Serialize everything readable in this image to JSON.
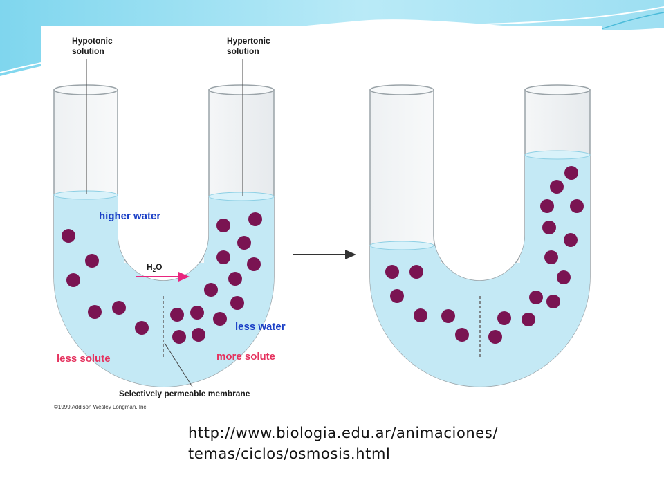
{
  "diagram": {
    "label_hypotonic_line1": "Hypotonic",
    "label_hypotonic_line2": "solution",
    "label_hypertonic_line1": "Hypertonic",
    "label_hypertonic_line2": "solution",
    "label_higher_water": "higher water",
    "label_less_water": "less water",
    "label_less_solute": "less solute",
    "label_more_solute": "more solute",
    "label_h2o_h": "H",
    "label_h2o_2": "2",
    "label_h2o_o": "O",
    "label_membrane": "Selectively permeable membrane",
    "copyright": "©1999 Addison Wesley Longman, Inc."
  },
  "source": {
    "url_line1": "http://www.biologia.edu.ar/animaciones/",
    "url_line2": "temas/ciclos/osmosis.html"
  },
  "colors": {
    "water": "#c4e9f5",
    "solute": "#7a1452",
    "arrow_h2o": "#e8257e",
    "header_cyan": "#5ec9e6"
  }
}
